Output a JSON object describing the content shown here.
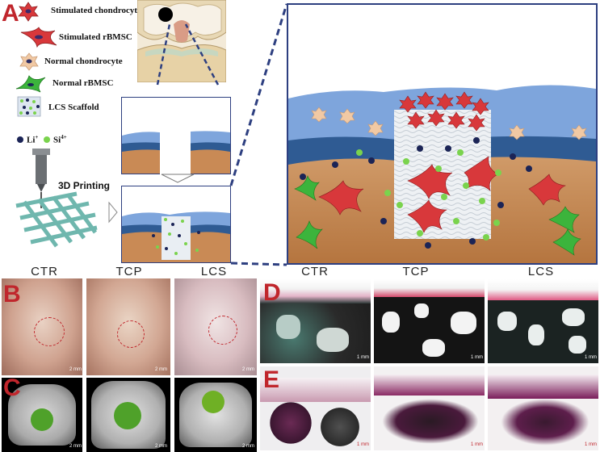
{
  "panels": {
    "A": "A",
    "B": "B",
    "C": "C",
    "D": "D",
    "E": "E"
  },
  "legend": {
    "stimulated_chondrocyte": "Stimulated chondrocyte",
    "stimulated_rbmsc": "Stimulated rBMSC",
    "normal_chondrocyte": "Normal chondrocyte",
    "normal_rbmsc": "Normal rBMSC",
    "lcs_scaffold": "LCS Scaffold",
    "li_label": "Li",
    "li_sup": "+",
    "si_label": "Si",
    "si_sup": "4+"
  },
  "printing_label": "3D Printing",
  "groups_b": [
    "CTR",
    "TCP",
    "LCS"
  ],
  "groups_d": [
    "CTR",
    "TCP",
    "LCS"
  ],
  "scale_labels": {
    "mm2": "2 mm",
    "um": "1 mm"
  },
  "colors": {
    "panel_letter": "#c0262c",
    "dashed_line": "#2d3f80",
    "cartilage_blue": "#7ea5dc",
    "deep_blue": "#2f5b93",
    "bone_orange": "#c98a55",
    "stimulated_cell": "#d8383b",
    "normal_rbmsc": "#3cb43c",
    "li_ion": "#1b2456",
    "si_ion": "#7ad34d"
  }
}
